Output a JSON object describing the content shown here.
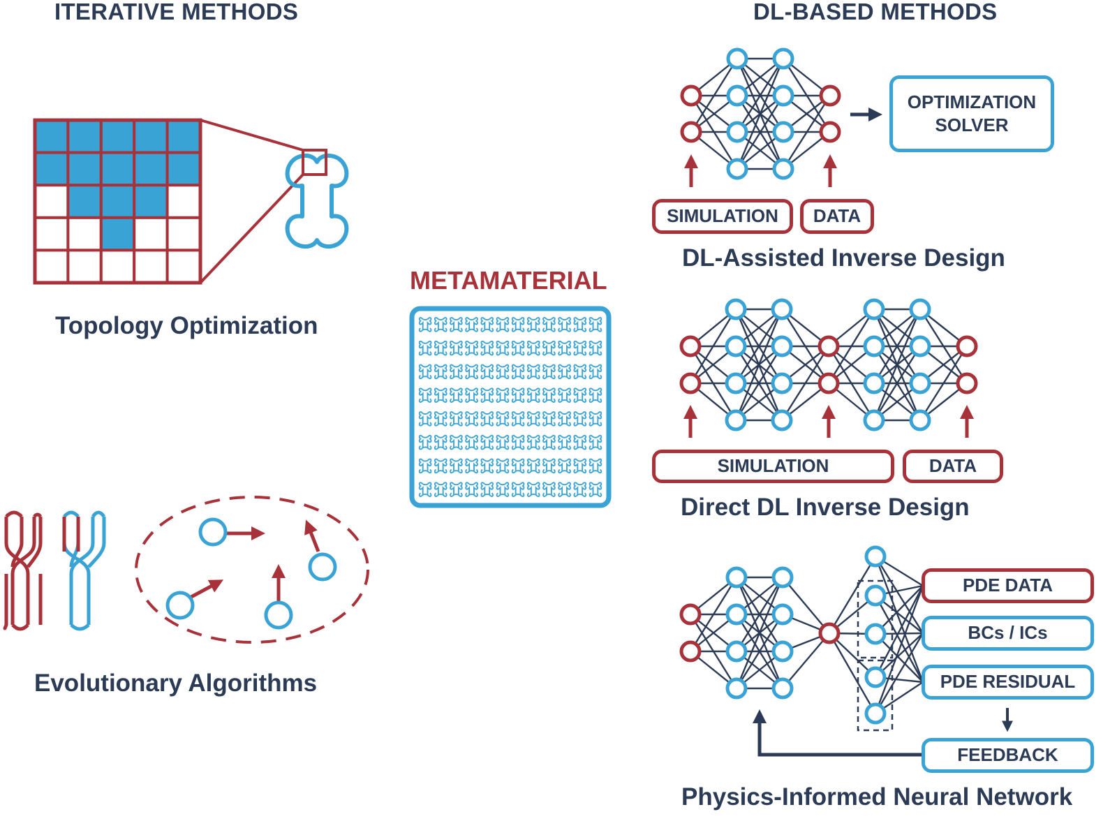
{
  "headers": {
    "iterative": "ITERATIVE METHODS",
    "dl_based": "DL-BASED METHODS",
    "metamaterial": "METAMATERIAL"
  },
  "captions": {
    "topology": "Topology Optimization",
    "evolutionary": "Evolutionary Algorithms",
    "dl_assisted": "DL-Assisted Inverse Design",
    "direct_dl": "Direct DL Inverse Design",
    "pinn": "Physics-Informed Neural Network"
  },
  "boxes": {
    "optimization_solver": "OPTIMIZATION SOLVER",
    "simulation_1": "SIMULATION",
    "data_1": "DATA",
    "simulation_2": "SIMULATION",
    "data_2": "DATA",
    "pde_data": "PDE DATA",
    "bcs_ics": "BCs / ICs",
    "pde_residual": "PDE RESIDUAL",
    "feedback": "FEEDBACK"
  },
  "topology_grid": {
    "rows": 5,
    "cols": 5,
    "filled": [
      [
        1,
        1,
        1,
        1,
        1
      ],
      [
        1,
        1,
        1,
        1,
        1
      ],
      [
        0,
        1,
        1,
        1,
        0
      ],
      [
        0,
        0,
        1,
        0,
        0
      ],
      [
        0,
        0,
        0,
        0,
        0
      ]
    ]
  },
  "colors": {
    "red": "#a8323a",
    "blue": "#3aa3d6",
    "navy": "#2b3a55",
    "white": "#ffffff"
  }
}
